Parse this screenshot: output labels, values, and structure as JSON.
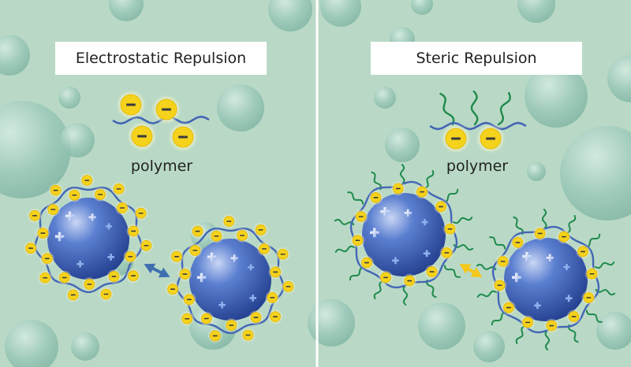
{
  "panels": [
    {
      "title": "Electrostatic Repulsion",
      "polymer_label": "polymer"
    },
    {
      "title": "Steric Repulsion",
      "polymer_label": "polymer"
    }
  ],
  "colors": {
    "background": "#b9d9c6",
    "bubble": "#8fc0b0",
    "particle": "#3f62b8",
    "polymer_chain": "#4466b4",
    "charge": "#f5d21c",
    "tail": "#1f8a4c",
    "electrostatic_arrow": "#3f6fb0",
    "steric_arrow": "#f5c71a"
  },
  "icons": {
    "positive_charge": "plus-icon",
    "negative_charge": "minus-icon",
    "repulsion": "double-arrow-icon"
  }
}
